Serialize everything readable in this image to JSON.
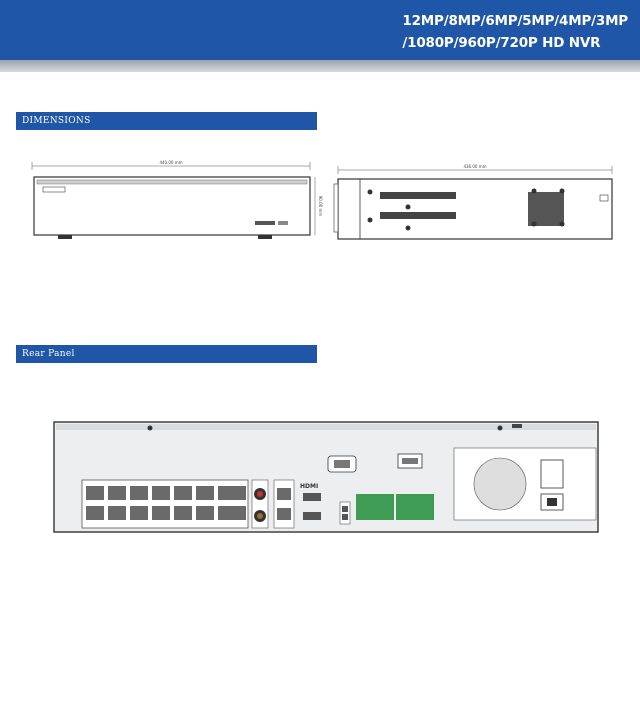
{
  "header": {
    "title_line1": "12MP/8MP/6MP/5MP/4MP/3MP",
    "title_line2": "/1080P/960P/720P HD NVR",
    "bg_color": "#1f56a8"
  },
  "sections": {
    "dimensions_label": "DIMENSIONS",
    "rear_panel_label": "Rear Panel"
  },
  "dimensions": {
    "front_width": "440.00 mm",
    "front_height": "90.00 mm",
    "side_depth": "436.00 mm"
  },
  "rear_panel": {
    "hdmi_label": "HDMI",
    "poe_port_count": 16
  }
}
